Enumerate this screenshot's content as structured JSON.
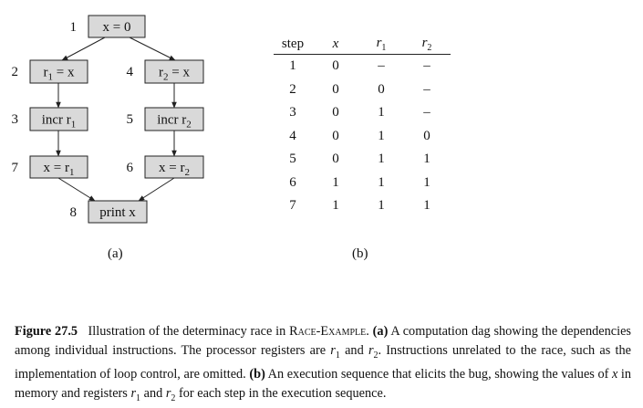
{
  "dag": {
    "nodes": [
      {
        "num": "1",
        "pre": "x = 0",
        "sub": "",
        "post": ""
      },
      {
        "num": "2",
        "pre": "r",
        "sub": "1",
        "post": " = x"
      },
      {
        "num": "3",
        "pre": "incr r",
        "sub": "1",
        "post": ""
      },
      {
        "num": "7",
        "pre": "x = r",
        "sub": "1",
        "post": ""
      },
      {
        "num": "4",
        "pre": "r",
        "sub": "2",
        "post": " = x"
      },
      {
        "num": "5",
        "pre": "incr r",
        "sub": "2",
        "post": ""
      },
      {
        "num": "6",
        "pre": "x = r",
        "sub": "2",
        "post": ""
      },
      {
        "num": "8",
        "pre": "print x",
        "sub": "",
        "post": ""
      }
    ],
    "label": "(a)"
  },
  "table": {
    "headers": [
      "step",
      "x",
      "r",
      "r"
    ],
    "header_subs": [
      "",
      "",
      "1",
      "2"
    ],
    "rows": [
      [
        "1",
        "0",
        "–",
        "–"
      ],
      [
        "2",
        "0",
        "0",
        "–"
      ],
      [
        "3",
        "0",
        "1",
        "–"
      ],
      [
        "4",
        "0",
        "1",
        "0"
      ],
      [
        "5",
        "0",
        "1",
        "1"
      ],
      [
        "6",
        "1",
        "1",
        "1"
      ],
      [
        "7",
        "1",
        "1",
        "1"
      ]
    ],
    "label": "(b)"
  },
  "caption": {
    "figure": "Figure 27.5",
    "t1": "Illustration of the determinacy race in ",
    "procedure": "Race-Example",
    "t2": ". ",
    "a_label": "(a)",
    "t3": " A computation dag showing the dependencies among individual instructions. The processor registers are ",
    "r1": "r",
    "r1_sub": "1",
    "t4": " and ",
    "r2": "r",
    "r2_sub": "2",
    "t5": ". Instructions unrelated to the race, such as the implementation of loop control, are omitted. ",
    "b_label": "(b)",
    "t6": " An execution sequence that elicits the bug, showing the values of ",
    "x": "x",
    "t7": " in memory and registers ",
    "r1b": "r",
    "r1b_sub": "1",
    "t8": " and ",
    "r2b": "r",
    "r2b_sub": "2",
    "t9": " for each step in the execution sequence."
  }
}
